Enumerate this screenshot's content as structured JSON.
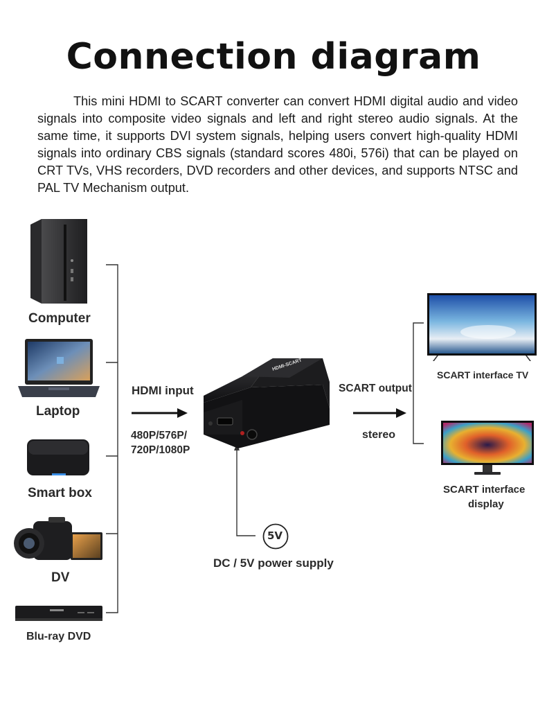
{
  "title": "Connection diagram",
  "description": "This mini HDMI to SCART converter can convert HDMI digital audio and video signals into composite video signals and left and right stereo audio signals. At the same time, it supports DVI system signals, helping users convert high-quality HDMI signals into ordinary CBS signals (standard scores 480i, 576i) that can be played on CRT TVs, VHS recorders, DVD recorders and other devices, and supports NTSC and PAL TV Mechanism output.",
  "sources": [
    {
      "label": "Computer",
      "icon": "desktop-tower-icon"
    },
    {
      "label": "Laptop",
      "icon": "laptop-icon"
    },
    {
      "label": "Smart box",
      "icon": "smart-box-icon"
    },
    {
      "label": "DV",
      "icon": "camcorder-icon"
    },
    {
      "label": "Blu-ray DVD",
      "icon": "bluray-player-icon"
    }
  ],
  "input": {
    "label": "HDMI input",
    "resolution_line1": "480P/576P/",
    "resolution_line2": "720P/1080P"
  },
  "converter": {
    "icon": "hdmi-to-scart-converter-icon",
    "brand_text": "HDMI-SCART"
  },
  "output": {
    "label": "SCART output",
    "audio": "stereo"
  },
  "targets": [
    {
      "label": "SCART interface TV",
      "icon": "tv-icon"
    },
    {
      "label_line1": "SCART interface",
      "label_line2": "display",
      "icon": "monitor-icon"
    }
  ],
  "power": {
    "badge": "5V",
    "label": "DC / 5V power supply"
  },
  "colors": {
    "line": "#333333",
    "device_dark": "#1c1c1e",
    "accent_blue": "#3a8ee6"
  }
}
